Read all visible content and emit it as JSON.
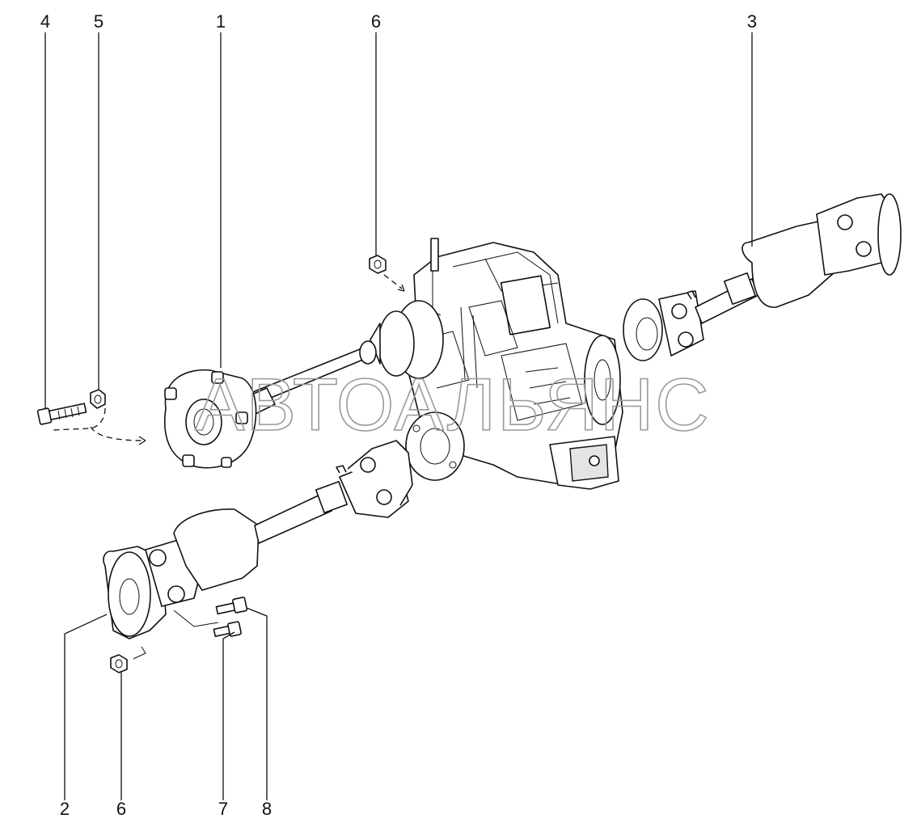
{
  "callouts": {
    "top_4": "4",
    "top_5": "5",
    "top_1": "1",
    "top_6": "6",
    "top_3": "3",
    "bottom_2": "2",
    "bottom_6": "6",
    "bottom_7": "7",
    "bottom_8": "8"
  },
  "watermark": "АВТОАЛЬЯНС",
  "colors": {
    "line": "#111111",
    "watermark": "#9a9a9a",
    "background": "#ffffff"
  }
}
